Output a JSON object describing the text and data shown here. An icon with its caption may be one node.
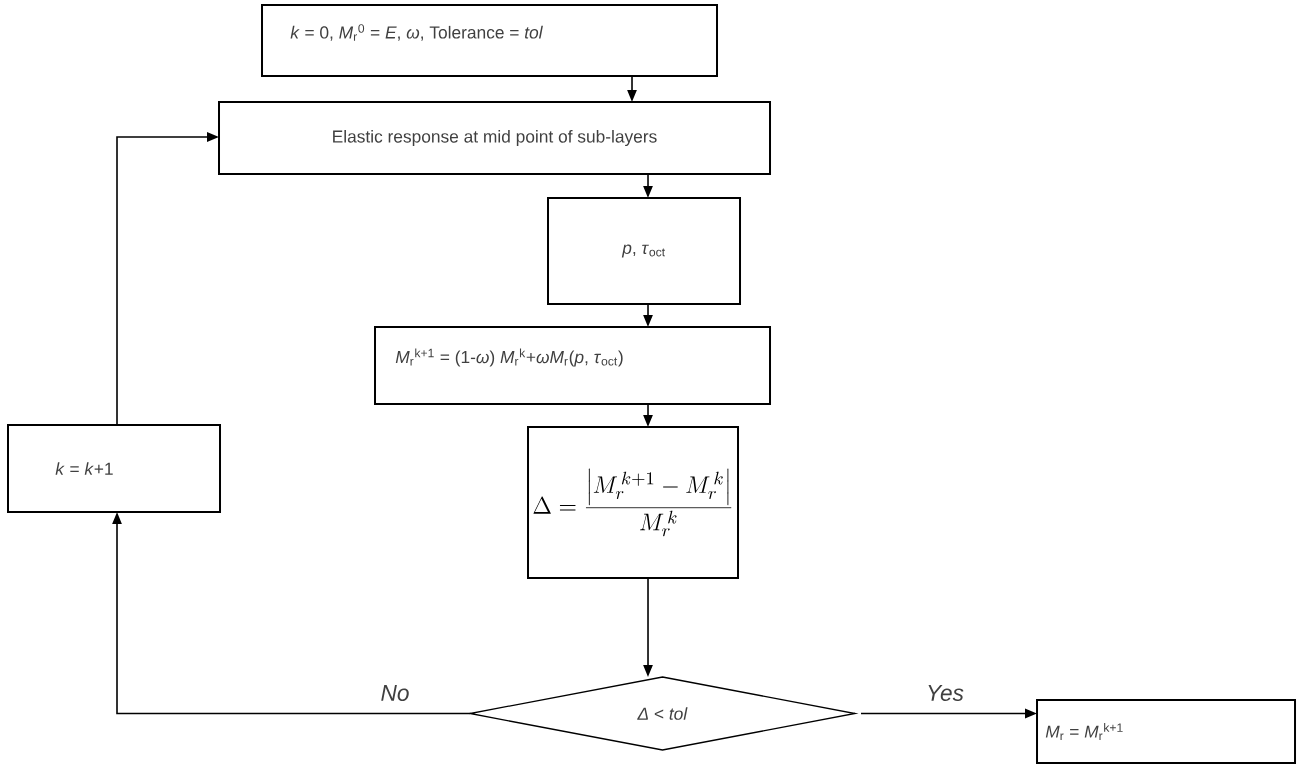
{
  "diagram": {
    "nodes": [
      {
        "text": [
          "*k* = 0, *M*$_{r}$$^{0}$ = *E*, *ω*, Tolerance = *tol*"
        ]
      },
      {
        "text": [
          "Elastic response at mid point of sub-layers"
        ]
      },
      {
        "text": [
          "*p*, *τ*$_{oct}$"
        ]
      },
      {
        "text": [
          "*M*$_{r}$$^{k+1}$ = (1-*ω*) *M*$_{r}$$^{k}$+*ωM*$_{r}$(*p*, *τ*$_{oct}$)"
        ]
      },
      {
        "text": [
          "*k* = *k*+1"
        ]
      },
      {
        "text": [
          "\\Delta = \\frac{\\left|M_r^{\\,k+1} - M_r^{\\,k}\\right|}{M_r^{\\,k}}"
        ]
      },
      {
        "text": [
          "*Δ* < *tol*"
        ]
      },
      {
        "text": [
          "*M*$_{r}$ = *M*$_{r}$$^{k+1}$"
        ]
      }
    ],
    "edges": [
      {
        "from": 0,
        "to": 1,
        "arrow": "to"
      },
      {
        "from": 1,
        "to": 2,
        "arrow": "to"
      },
      {
        "from": 2,
        "to": 3,
        "arrow": "to"
      },
      {
        "from": 3,
        "to": 5,
        "arrow": "to"
      },
      {
        "from": 5,
        "to": 6,
        "arrow": "to"
      },
      {
        "from": 6,
        "to": 7,
        "arrow": "to",
        "label": "Yes"
      },
      {
        "from": 6,
        "to": 4,
        "arrow": "to",
        "label": "No"
      },
      {
        "from": 4,
        "to": 1,
        "arrow": "to"
      }
    ]
  }
}
